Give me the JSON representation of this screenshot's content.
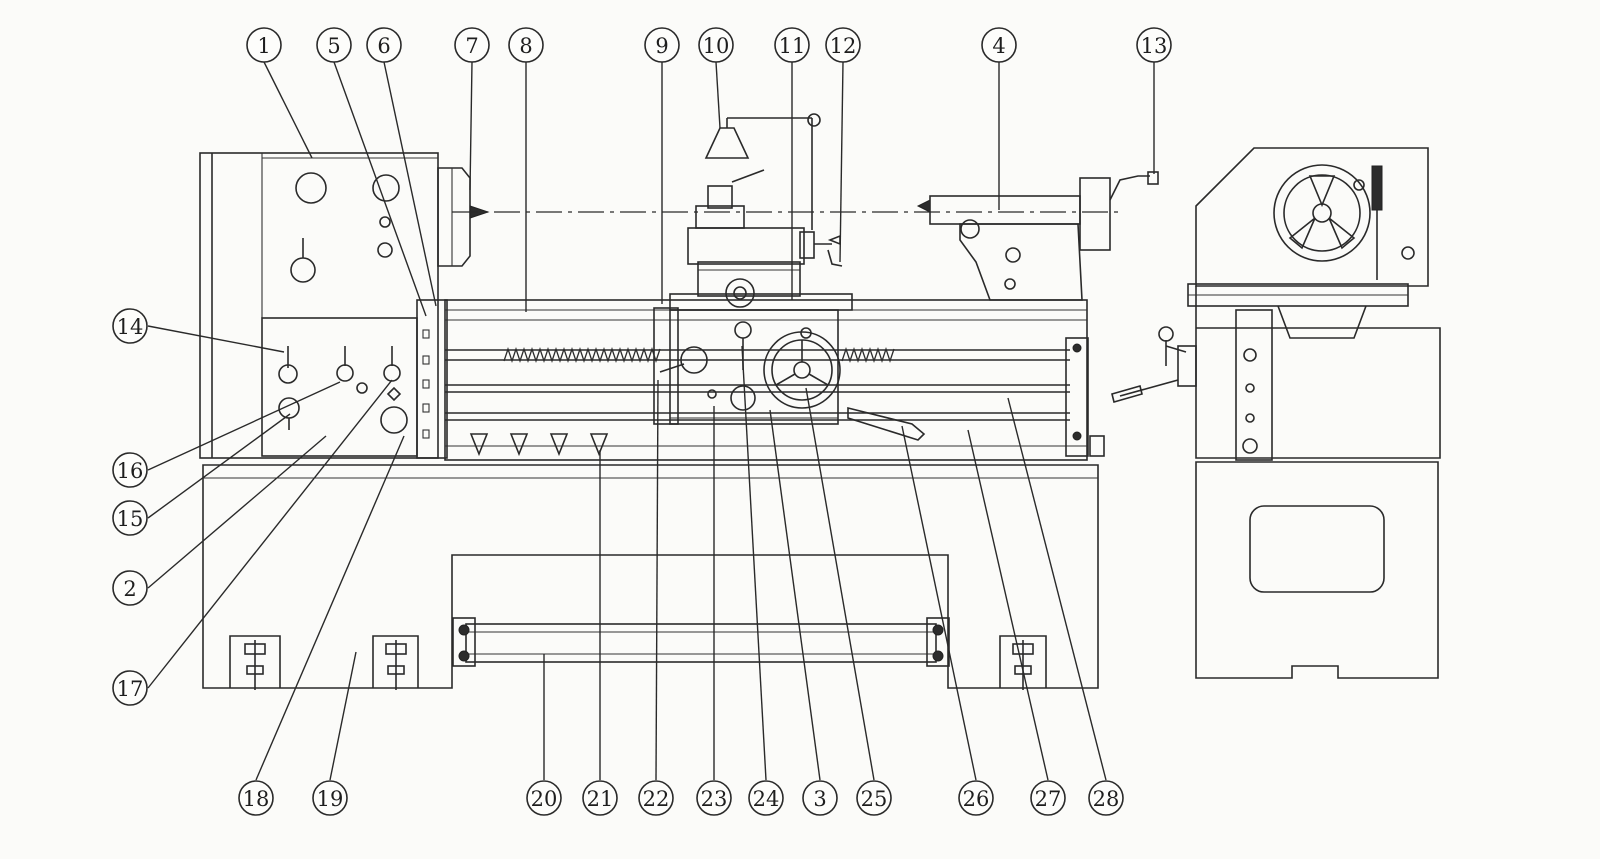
{
  "callouts": [
    "1",
    "5",
    "6",
    "7",
    "8",
    "9",
    "10",
    "11",
    "12",
    "4",
    "13",
    "14",
    "16",
    "15",
    "2",
    "17",
    "18",
    "19",
    "20",
    "21",
    "22",
    "23",
    "24",
    "3",
    "25",
    "26",
    "27",
    "28"
  ]
}
